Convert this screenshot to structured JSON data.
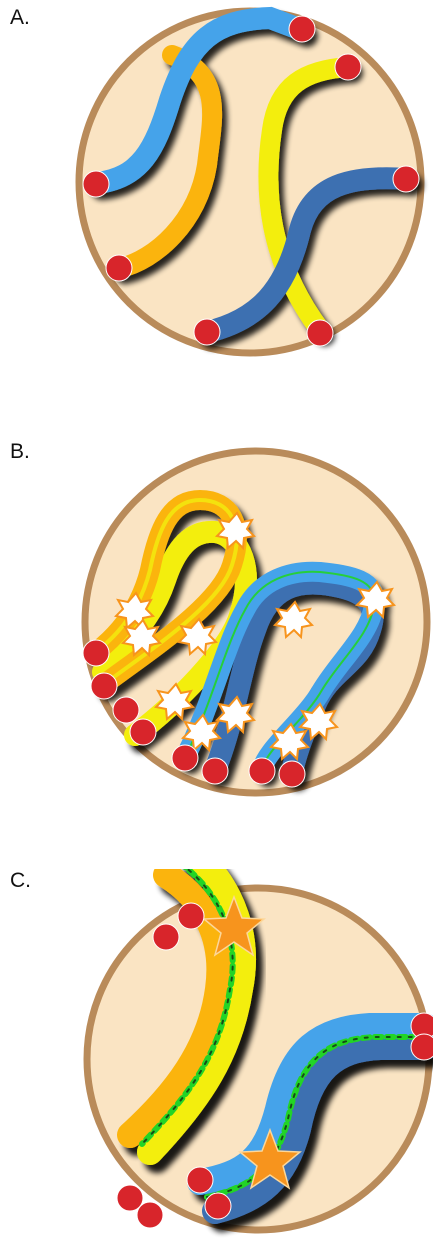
{
  "panels": [
    {
      "label": "A."
    },
    {
      "label": "B."
    },
    {
      "label": "C."
    }
  ],
  "colors": {
    "cell_fill": "#fae4c3",
    "cell_border": "#b98b5a",
    "chromatid_blue_light": "#45a3ea",
    "chromatid_blue_dark": "#3d6fb1",
    "chromatid_orange": "#fbb40d",
    "chromatid_yellow": "#f3ee0b",
    "telomere_red": "#d8252b",
    "crossover_star_orange": "#f7941d",
    "synaptonemal_green": "#23d427",
    "shadow": "#1a1a1a"
  }
}
